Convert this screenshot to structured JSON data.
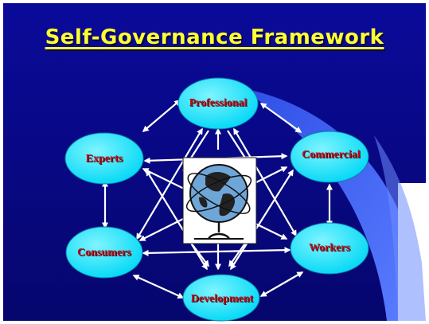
{
  "slide": {
    "title": "Self-Governance Framework",
    "nodes": {
      "professional": "Professional",
      "experts": "Experts",
      "commercial": "Commercial",
      "consumers": "Consumers",
      "workers": "Workers",
      "development": "Development"
    },
    "center_image": "globe-on-stand",
    "colors": {
      "background": "#0a0a96",
      "title": "#ffff33",
      "node_fill": "#00e5ff",
      "node_text": "#b0101a",
      "arrow": "#ffffff",
      "swoosh": "#3a5cf0"
    }
  }
}
